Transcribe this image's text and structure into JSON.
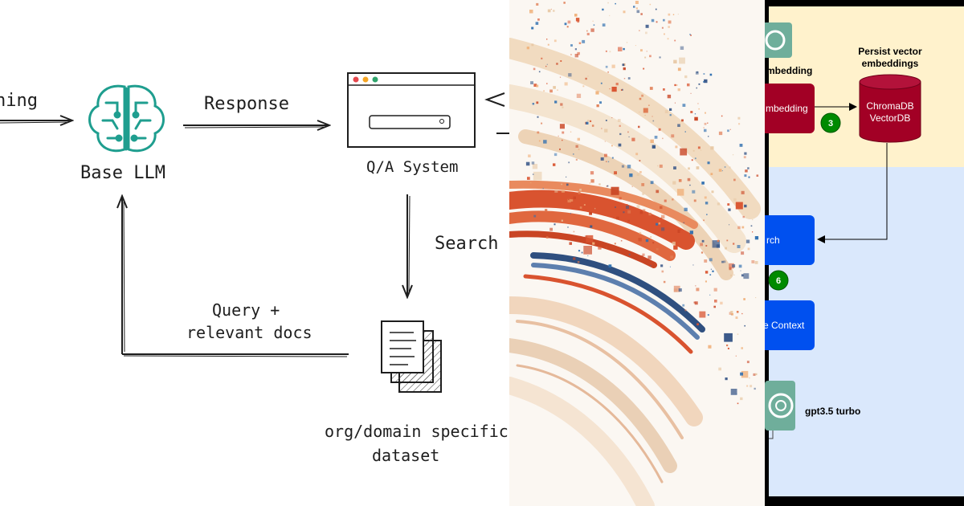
{
  "left_diagram": {
    "incoming_label_fragment": "ning",
    "base_llm_label": "Base LLM",
    "response_label": "Response",
    "qa_system_label": "Q/A System",
    "search_label": "Search",
    "query_label_line1": "Query +",
    "query_label_line2": "relevant docs",
    "dataset_label_line1": "org/domain specific",
    "dataset_label_line2": "dataset",
    "colors": {
      "brain": "#1f9e8f",
      "stroke": "#1e1e1e",
      "window_dots": [
        "#e5484d",
        "#f5a524",
        "#30a46c"
      ]
    }
  },
  "middle_artwork": {
    "icon": "abstract-particle-swirl",
    "colors": [
      "#d9532f",
      "#e8c9a5",
      "#2f6fb0",
      "#f2d7b8"
    ]
  },
  "right_diagram": {
    "embedding_header_fragment": "mbedding",
    "persist_label_line1": "Persist vector",
    "persist_label_line2": "embeddings",
    "embedding_box_fragment": "mbedding",
    "db_label_line1": "ChromaDB",
    "db_label_line2": "VectorDB",
    "step3": "3",
    "search_box_fragment": "rch",
    "step6": "6",
    "context_box_fragment": "e Context",
    "llm_label": "gpt3.5 turbo",
    "colors": {
      "top_bg": "#fff2cc",
      "bottom_bg": "#dae8fc",
      "red_box": "#a20025",
      "blue_box": "#0050ef",
      "green_badge": "#008a00",
      "openai_icon": "#6fae9b"
    }
  }
}
